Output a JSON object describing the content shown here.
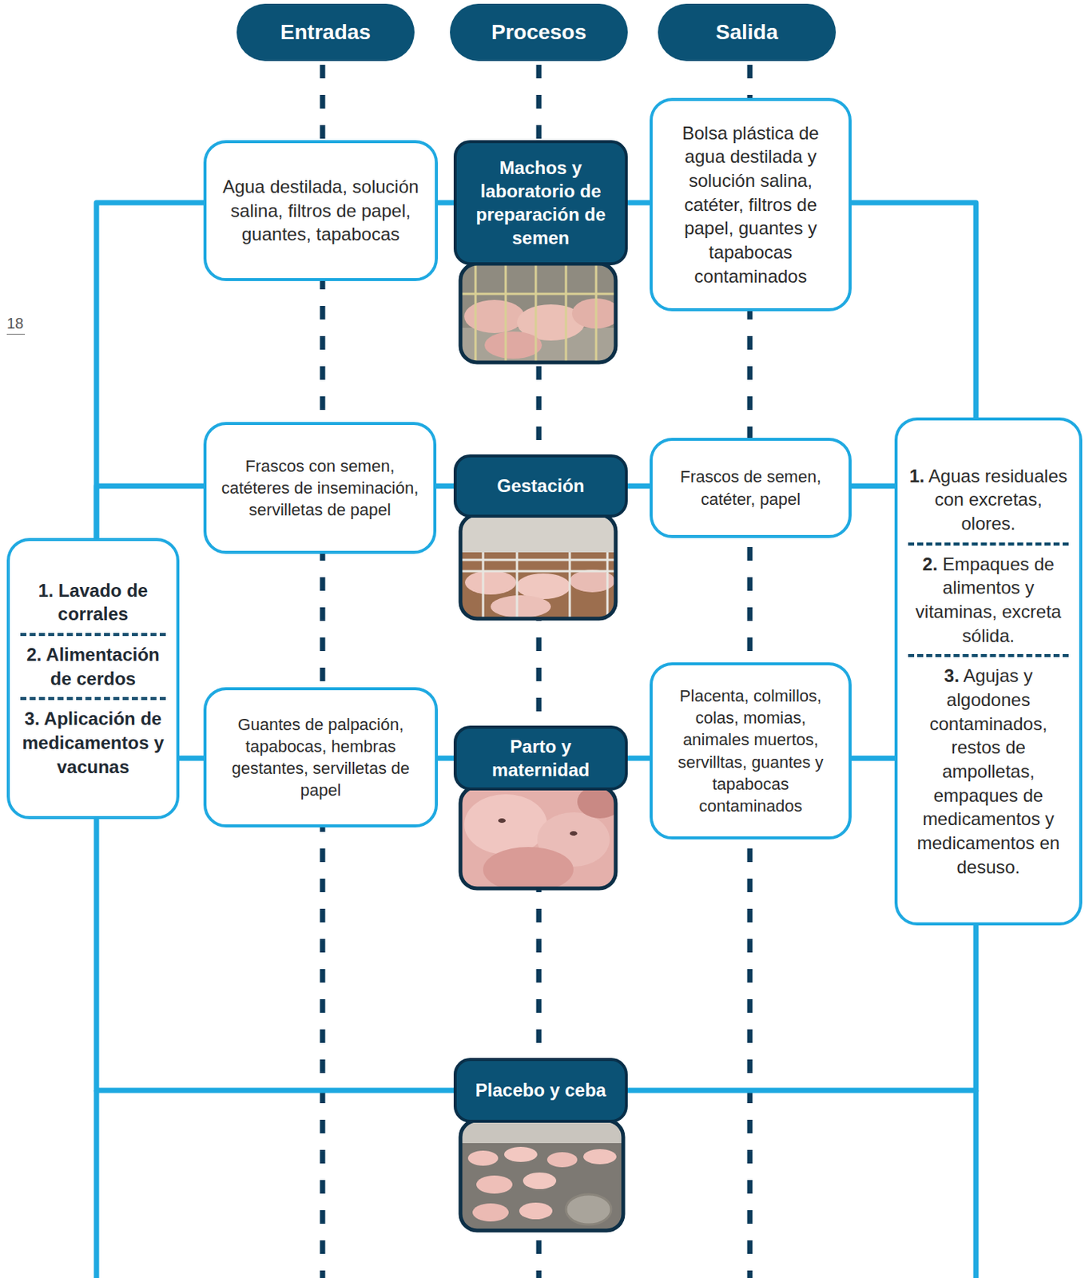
{
  "diagram": {
    "nodes": [
      {
        "text": [
          "Entradas"
        ]
      },
      {
        "text": [
          "Procesos"
        ]
      },
      {
        "text": [
          "Salida"
        ]
      },
      {
        "text": [
          "Agua destilada, solución salina, filtros de papel, guantes, tapabocas"
        ]
      },
      {
        "text": [
          "Machos y laboratorio de preparación de semen"
        ]
      },
      {
        "text": [
          "Bolsa plástica de agua destilada y solución salina, catéter, filtros de papel, guantes y tapabocas contaminados"
        ]
      },
      {
        "text": [
          "Frascos con semen, catéteres de inseminación, servilletas de papel"
        ]
      },
      {
        "text": [
          "Gestación"
        ]
      },
      {
        "text": [
          "Frascos de semen, catéter, papel"
        ]
      },
      {
        "text": [
          "1. Lavado de corrales",
          "2. Alimentación de cerdos",
          "3. Aplicación de medicamentos y vacunas"
        ]
      },
      {
        "text": [
          "1. Aguas residuales con excretas, olores.",
          "2. Empaques de alimentos y vitaminas, excreta sólida.",
          "3. Agujas y algodones contaminados, restos de ampolletas, empaques de medicamentos y medicamentos en desuso."
        ]
      },
      {
        "text": [
          "Guantes de palpación, tapabocas, hembras gestantes, servilletas de papel"
        ]
      },
      {
        "text": [
          "Parto y maternidad"
        ]
      },
      {
        "text": [
          "Placenta, colmillos, colas, momias, animales muertos, servilltas, guantes y tapabocas contaminados"
        ]
      },
      {
        "text": [
          "Placebo y ceba"
        ]
      }
    ],
    "edges": [
      {
        "from": 3,
        "to": 4,
        "arrow": "none"
      },
      {
        "from": 4,
        "to": 5,
        "arrow": "none"
      },
      {
        "from": 6,
        "to": 7,
        "arrow": "none"
      },
      {
        "from": 7,
        "to": 8,
        "arrow": "none"
      },
      {
        "from": 11,
        "to": 12,
        "arrow": "none"
      },
      {
        "from": 12,
        "to": 13,
        "arrow": "none"
      },
      {
        "from": 9,
        "to": 3,
        "arrow": "none"
      },
      {
        "from": 9,
        "to": 6,
        "arrow": "none"
      },
      {
        "from": 9,
        "to": 11,
        "arrow": "none"
      },
      {
        "from": 9,
        "to": 14,
        "arrow": "none"
      },
      {
        "from": 5,
        "to": 10,
        "arrow": "none"
      },
      {
        "from": 8,
        "to": 10,
        "arrow": "none"
      },
      {
        "from": 13,
        "to": 10,
        "arrow": "none"
      },
      {
        "from": 14,
        "to": 10,
        "arrow": "none"
      }
    ],
    "labels": [
      "18"
    ]
  }
}
